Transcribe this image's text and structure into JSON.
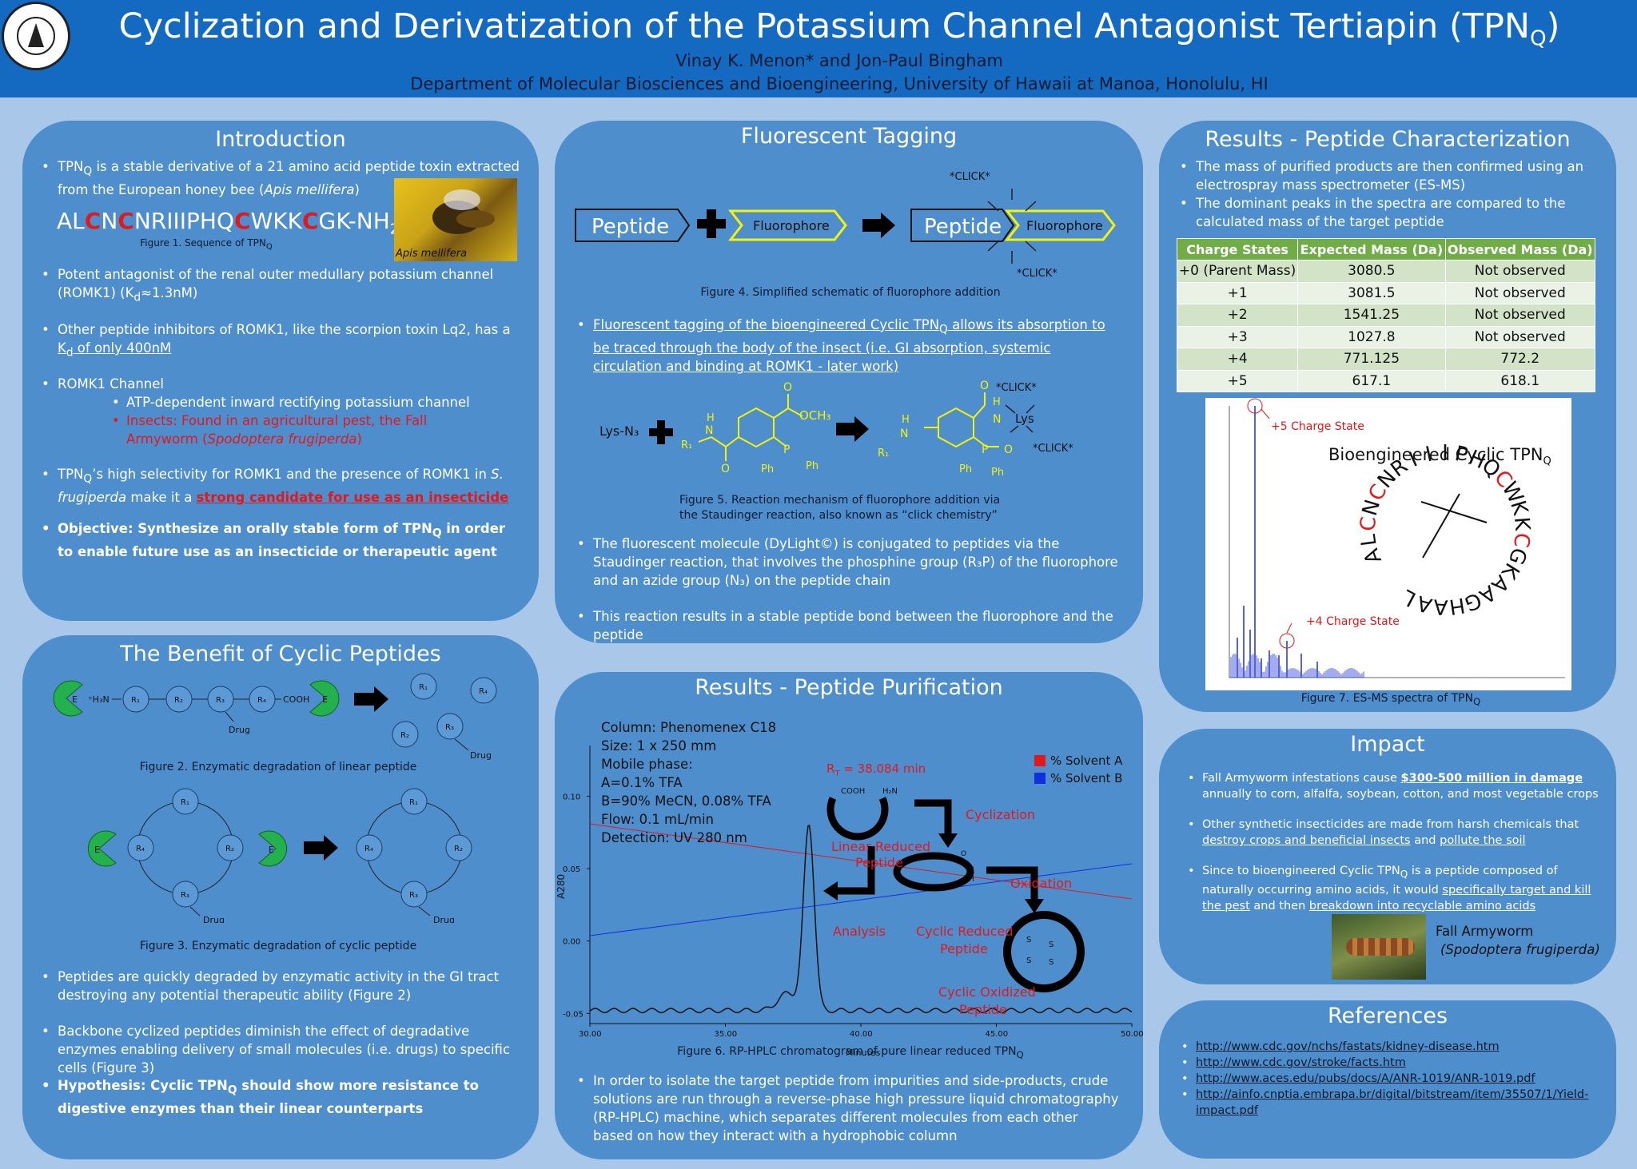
{
  "header": {
    "title_main": "Cyclization and Derivatization of the Potassium Channel Antagonist Tertiapin (TPN",
    "title_sub": "Q",
    "title_end": ")",
    "authors": "Vinay K. Menon* and Jon-Paul Bingham",
    "department": "Department of Molecular Biosciences and Bioengineering, University of Hawaii at Manoa, Honolulu, HI"
  },
  "intro": {
    "heading": "Introduction",
    "b1_a": "TPN",
    "b1_sub": "Q",
    "b1_b": " is a stable derivative of a 21 amino acid peptide toxin extracted from the European honey bee (",
    "b1_i": "Apis mellifera",
    "b1_c": ")",
    "sequence": [
      "AL",
      "C",
      "N",
      "C",
      "NRIIIPHQ",
      "C",
      "WKK",
      "C",
      "GK-NH"
    ],
    "sequence_sub": "2",
    "fig1": "Figure 1. Sequence of TPN",
    "fig1_sub": "Q",
    "bee_label": "Apis mellifera",
    "b2_a": "Potent antagonist of the renal outer medullary potassium channel (ROMK1) (K",
    "b2_sub": "d",
    "b2_b": "≈1.3nM)",
    "b3_a": "Other peptide inhibitors of ROMK1, like the scorpion toxin Lq2, has a ",
    "b3_u": "K",
    "b3_usub": "d",
    "b3_u2": " of only 400nM",
    "b4": "ROMK1 Channel",
    "b4_s1": "ATP-dependent inward rectifying potassium channel",
    "b4_s2": "Insects: Found in an agricultural pest, the Fall Armyworm (",
    "b4_s2_i": "Spodoptera frugiperda",
    "b4_s2_end": ")",
    "b5_a": " TPN",
    "b5_sub": "Q",
    "b5_b": "’s high selectivity for ROMK1 and the presence of ROMK1 in ",
    "b5_i": "S. frugiperda",
    "b5_c": " make it a ",
    "b5_red": "strong candidate for use as an insecticide",
    "b6_a": "Objective: Synthesize an orally stable form of TPN",
    "b6_sub": "Q",
    "b6_b": " in order to enable future use as an insecticide or therapeutic agent"
  },
  "cyclic": {
    "heading": "The Benefit of Cyclic Peptides",
    "fig2": "Figure 2. Enzymatic degradation of linear peptide",
    "fig3": "Figure 3. Enzymatic degradation of cyclic peptide",
    "e": "E",
    "h3n": "⁺H₃N",
    "cooh": "COOH",
    "drug": "Drug",
    "r": [
      "R₁",
      "R₂",
      "R₃",
      "R₄"
    ],
    "b1": "Peptides are quickly degraded by enzymatic activity in the GI tract destroying any potential therapeutic ability (Figure 2)",
    "b2": "Backbone cyclized peptides diminish the effect of degradative enzymes enabling delivery of small molecules (i.e. drugs) to specific cells (Figure 3)",
    "b3_a": "Hypothesis: Cyclic TPN",
    "b3_sub": "Q",
    "b3_b": " should show more resistance to digestive enzymes than their linear counterparts"
  },
  "fluor": {
    "heading": "Fluorescent Tagging",
    "peptide": "Peptide",
    "fluorophore": "Fluorophore",
    "click": "*CLICK*",
    "fig4": "Figure 4. Simplified schematic of fluorophore addition",
    "b1_a": "Fluorescent tagging of the bioengineered Cyclic TPN",
    "b1_sub": "Q",
    "b1_b": " allows its absorption to be traced through the body of the insect  (i.e. GI absorption, systemic circulation and binding at ROMK1 - later work)",
    "lys_n3": "Lys-N₃",
    "lys": "Lys",
    "och3": "OCH₃",
    "o": "O",
    "h": "H",
    "n": "N",
    "p": "P",
    "ph": "Ph",
    "r1": "R₁",
    "fig5_l1": "Figure 5. Reaction mechanism of fluorophore addition via",
    "fig5_l2": "the Staudinger reaction, also known as “click chemistry”",
    "b2": "The fluorescent molecule (DyLight©) is conjugated to peptides via the Staudinger reaction, that involves the phosphine group (R₃P) of the fluorophore and an azide group (N₃) on the peptide chain",
    "b3": "This reaction results in a stable peptide bond between the fluorophore and the peptide"
  },
  "purif": {
    "heading": "Results - Peptide Purification",
    "info": [
      "Column: Phenomenex C18",
      "Size: 1 x 250 mm",
      "Mobile phase:",
      "A=0.1% TFA",
      "B=90% MeCN, 0.08% TFA",
      "Flow: 0.1 mL/min",
      "Detection: UV 280 nm"
    ],
    "rt": "R",
    "rt_sub": "T",
    "rt_val": " = 38.084 min",
    "legend_a": "% Solvent A",
    "legend_b": "% Solvent B",
    "cooh": "COOH",
    "h2n": "H₂N",
    "cyclization": "Cyclization",
    "linear_reduced": [
      "Linear Reduced",
      "Peptide"
    ],
    "analysis": "Analysis",
    "oxidation": "Oxidation",
    "cyclic_reduced": [
      "Cyclic Reduced",
      "Peptide"
    ],
    "cyclic_oxidized": [
      "Cyclic Oxidized",
      "Peptide"
    ],
    "amide_o": "O",
    "amide_n": "N",
    "amide_h": "H",
    "s": "S",
    "ylabel": "A280",
    "xlabel": "Minutes",
    "yticks": [
      "0.10",
      "0.05",
      "0.00",
      "-0.05"
    ],
    "xticks": [
      "30.00",
      "35.00",
      "40.00",
      "45.00",
      "50.00"
    ],
    "fig6": "Figure 6. RP-HPLC chromatogram of pure linear reduced TPN",
    "fig6_sub": "Q",
    "b1": "In order to isolate the target peptide from impurities and side-products, crude solutions are run through a reverse-phase high pressure liquid chromatography (RP-HPLC) machine, which separates different molecules from each other based on how they interact with a hydrophobic column"
  },
  "charact": {
    "heading": "Results - Peptide Characterization",
    "b1": "The mass of purified products are then confirmed using an electrospray mass spectrometer (ES-MS)",
    "b2": "The dominant peaks in the spectra are compared to the calculated mass of the target peptide",
    "table": {
      "headers": [
        "Charge States",
        "Expected Mass (Da)",
        "Observed Mass (Da)"
      ],
      "rows": [
        [
          "+0 (Parent Mass)",
          "3080.5",
          "Not observed"
        ],
        [
          "+1",
          "3081.5",
          "Not observed"
        ],
        [
          "+2",
          "1541.25",
          "Not observed"
        ],
        [
          "+3",
          "1027.8",
          "Not observed"
        ],
        [
          "+4",
          "771.125",
          "772.2"
        ],
        [
          "+5",
          "617.1",
          "618.1"
        ]
      ]
    },
    "label5": "+5 Charge State",
    "label4": "+4 Charge State",
    "cyclic_title": "Bioengineered Cyclic TPN",
    "cyclic_title_sub": "Q",
    "ring_seq": "ALCNCNRIIIPHQCWKKCGKAAGHAAL",
    "fig7": "Figure 7. ES-MS spectra of TPN",
    "fig7_sub": "Q"
  },
  "impact": {
    "heading": "Impact",
    "b1_a": "Fall Armyworm infestations cause ",
    "b1_u": "$300-500 million in damage",
    "b1_b": " annually to corn, alfalfa, soybean, cotton, and most vegetable crops",
    "b2_a": "Other synthetic insecticides are made from harsh chemicals that ",
    "b2_u1": "destroy crops and beneficial insects",
    "b2_b": " and ",
    "b2_u2": "pollute the soil",
    "b3_a": "Since to bioengineered Cyclic TPN",
    "b3_sub": "Q",
    "b3_b": " is a peptide composed of naturally occurring amino acids, it would ",
    "b3_u1": "specifically target and kill the pest",
    "b3_c": " and then ",
    "b3_u2": "breakdown into recyclable amino acids",
    "armyworm": "Fall Armyworm",
    "armyworm_sci": "(Spodoptera frugiperda)"
  },
  "refs": {
    "heading": "References",
    "items": [
      "http://www.cdc.gov/nchs/fastats/kidney-disease.htm",
      "http://www.cdc.gov/stroke/facts.htm",
      "http://www.aces.edu/pubs/docs/A/ANR-1019/ANR-1019.pdf",
      "http://ainfo.cnptia.embrapa.br/digital/bitstream/item/35507/1/Yield-impact.pdf"
    ]
  },
  "colors": {
    "panel": "#4f8ecc",
    "header": "#1469c0",
    "background": "#a9c7e8",
    "accent_red": "#e0191d",
    "fluor_yellow": "#f2f20a",
    "enzyme_green": "#22b14c"
  }
}
